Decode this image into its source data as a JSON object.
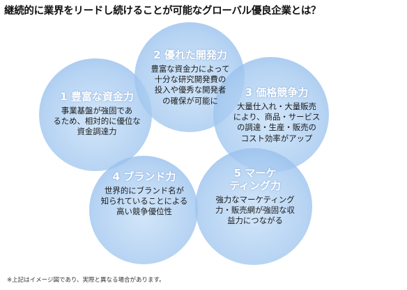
{
  "title": "継続的に業界をリードし続けることが可能なグローバル優良企業とは？",
  "colors": {
    "circle_fill": "#a9cdf2",
    "circle_edge": "#7fb1e8",
    "heading_text": "#ffffff"
  },
  "circles": [
    {
      "head": [
        "1  豊富な資金力"
      ],
      "body": [
        "事業基盤が強固であ",
        "るため、相対的に優位な",
        "資金調達力"
      ]
    },
    {
      "head": [
        "2  優れた開発力"
      ],
      "body": [
        "豊富な資金力によって",
        "十分な研究開発費の",
        "投入や優秀な開発者",
        "の確保が可能に"
      ]
    },
    {
      "head": [
        "3  価格競争力"
      ],
      "body": [
        "大量仕入れ・大量販売",
        "により、商品・サービス",
        "の調達・生産・販売の",
        "コスト効率がアップ"
      ]
    },
    {
      "head": [
        "4  ブランド力"
      ],
      "body": [
        "世界的にブランド名が",
        "知られていることによる",
        "高い競争優位性"
      ]
    },
    {
      "head": [
        "5  マーケ",
        "ティング力"
      ],
      "body": [
        "強力なマーケティング",
        "力・販売網が強固な収",
        "益力につながる"
      ]
    }
  ],
  "footnote": "※上記はイメージ図であり、実際と異なる場合があります。"
}
